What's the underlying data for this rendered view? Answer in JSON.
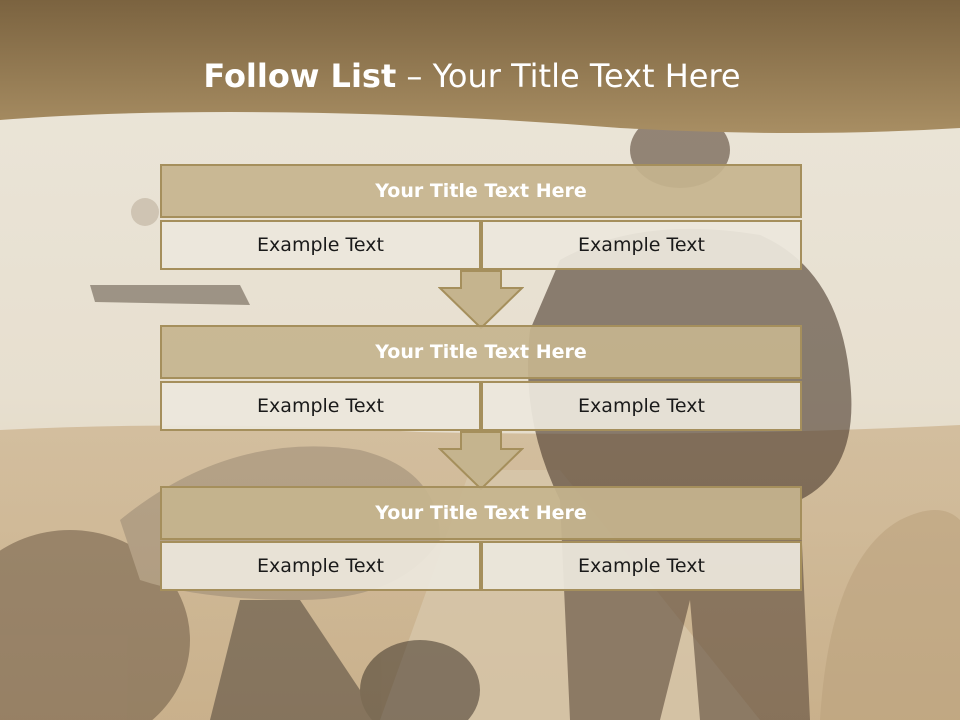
{
  "title": {
    "bold": "Follow List",
    "rest": " – Your Title Text Here"
  },
  "blocks": [
    {
      "title": "Your Title Text Here",
      "left": "Example Text",
      "right": "Example Text"
    },
    {
      "title": "Your Title Text Here",
      "left": "Example Text",
      "right": "Example Text"
    },
    {
      "title": "Your Title Text Here",
      "left": "Example Text",
      "right": "Example Text"
    }
  ],
  "colors": {
    "header_band": "#7d6440",
    "block_title_fill": "#c5b48e",
    "block_border": "#a58f5c",
    "cell_fill": "#ece7dd",
    "arrow_fill": "#c5b48e"
  }
}
